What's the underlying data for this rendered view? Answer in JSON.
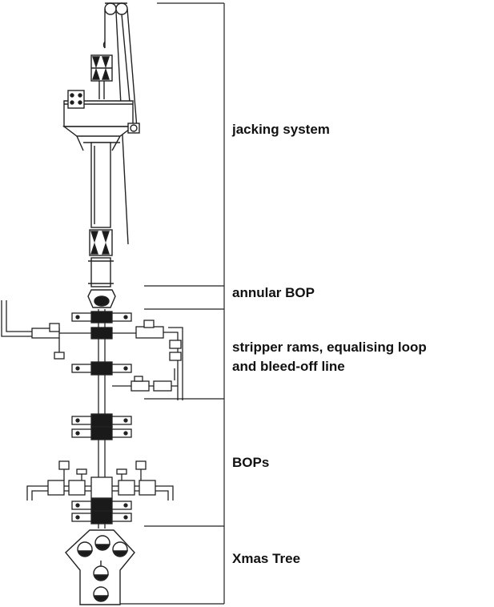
{
  "labels": {
    "jacking_system": "jacking system",
    "annular_bop": "annular BOP",
    "stripper_line1": "stripper rams, equalising loop",
    "stripper_line2": "and bleed-off line",
    "bops": "BOPs",
    "xmas_tree": "Xmas Tree"
  },
  "colors": {
    "ink": "#222222",
    "fill_dark": "#1a1a1a",
    "fill_light": "#f4f4f4"
  }
}
